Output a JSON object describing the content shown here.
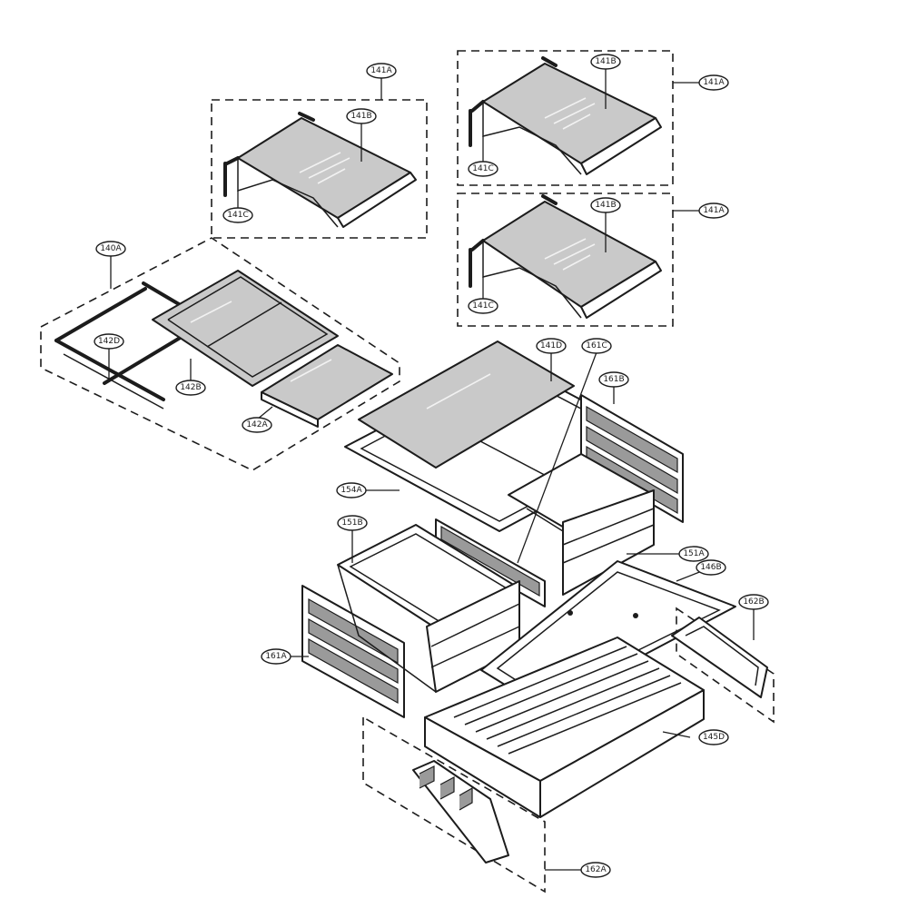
{
  "callouts": {
    "c141A_left": "141A",
    "c141B_left": "141B",
    "c141C_left": "141C",
    "c141A_top_right": "141A",
    "c141B_top_right": "141B",
    "c141C_top_right": "141C",
    "c141A_mid_right": "141A",
    "c141B_mid_right": "141B",
    "c141C_mid_right": "141C",
    "c140A": "140A",
    "c142D": "142D",
    "c142B": "142B",
    "c142A": "142A",
    "c141D": "141D",
    "c161C": "161C",
    "c161B": "161B",
    "c154A": "154A",
    "c151B": "151B",
    "c151A": "151A",
    "c146B": "146B",
    "c162B": "162B",
    "c161A": "161A",
    "c145D": "145D",
    "c162A": "162A"
  }
}
